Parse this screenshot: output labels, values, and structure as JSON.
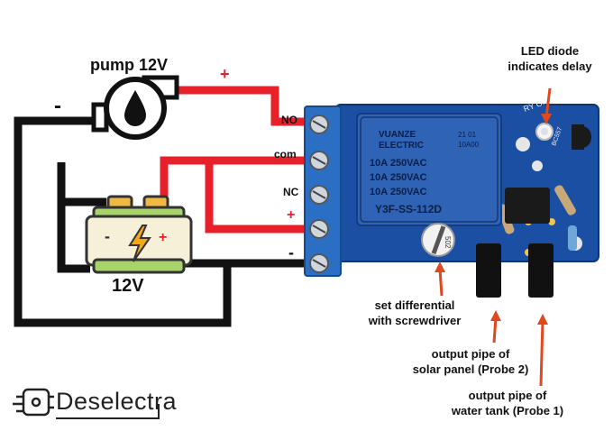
{
  "components": {
    "pump_label": "pump 12V",
    "battery_label": "12V",
    "pump_plus": "+",
    "pump_minus": "-",
    "battery_plus": "+",
    "battery_minus": "-"
  },
  "terminals": {
    "no": "NO",
    "com": "com",
    "nc": "NC",
    "plus": "+",
    "minus": "-"
  },
  "relay_text": {
    "brand_line1": "VUANZE",
    "brand_line2": "ELECTRIC",
    "code_line1": "21 01",
    "code_line2": "10A00",
    "rating1": "10A 250VAC",
    "rating2": "10A 250VAC",
    "rating3": "10A 250VAC",
    "model": "Y3F-SS-112D"
  },
  "board_text": {
    "ry_on": "RY On",
    "bc": "BC557",
    "pot": "502"
  },
  "annotations": {
    "led_line1": "LED diode",
    "led_line2": "indicates delay",
    "diff_line1": "set differential",
    "diff_line2": "with screwdriver",
    "probe2_line1": "output pipe of",
    "probe2_line2": "solar panel (Probe 2)",
    "probe1_line1": "output pipe of",
    "probe1_line2": "water tank (Probe 1)"
  },
  "brand": {
    "logo_text": "Deselectra",
    "logo_icon": "circuit-chip-icon"
  },
  "colors": {
    "red_wire": "#e8202a",
    "black_wire": "#111111",
    "terminal_blue": "#2a6fc4",
    "board_blue": "#1b4fa3",
    "relay_blue": "#2f63b5",
    "arrow_orange": "#e0481d",
    "battery_green": "#a8d26a",
    "battery_cream": "#f6f0d8"
  }
}
